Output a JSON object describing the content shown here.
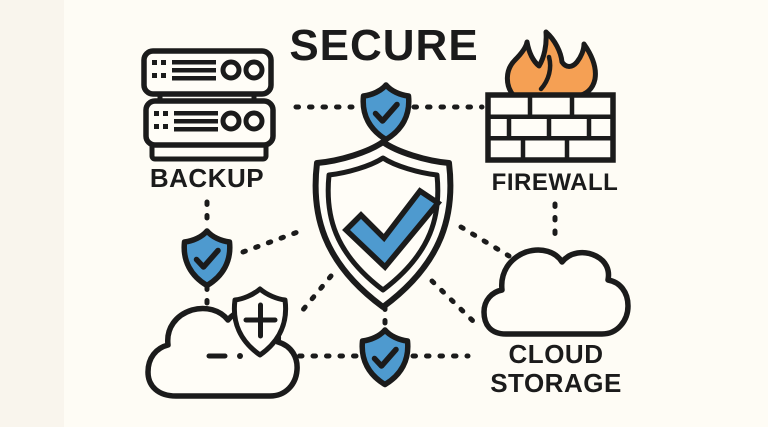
{
  "title": "SECURE",
  "palette": {
    "background": "#FEFCF5",
    "edge_strip": "#F9F5ED",
    "line": "#1B1B1B",
    "shield_blue": "#4E9ACF",
    "flame_orange": "#F5A054",
    "icon_fill": "#FFFDF7"
  },
  "nodes": {
    "backup": {
      "label": "BACKUP",
      "icon": "server-stack-icon"
    },
    "firewall": {
      "label": "FIREWALL",
      "icon": "flame-brick-wall-icon"
    },
    "cloud_storage": {
      "label_line1": "CLOUD",
      "label_line2": "STORAGE",
      "icon": "cloud-icon"
    },
    "secure_cloud": {
      "icon": "cloud-with-shield-plus-icon"
    },
    "main_shield": {
      "icon": "shield-check-icon"
    },
    "mini_shields": [
      {
        "id": "top",
        "icon": "mini-shield-check-icon"
      },
      {
        "id": "left",
        "icon": "mini-shield-check-icon"
      },
      {
        "id": "bottom",
        "icon": "mini-shield-check-icon"
      }
    ]
  },
  "connections": [
    {
      "from": "backup-server",
      "to": "mini-shield-top"
    },
    {
      "from": "mini-shield-top",
      "to": "firewall-wall"
    },
    {
      "from": "backup-label",
      "to": "mini-shield-left"
    },
    {
      "from": "mini-shield-left",
      "to": "main-shield"
    },
    {
      "from": "mini-shield-left",
      "to": "secure-cloud"
    },
    {
      "from": "main-shield",
      "to": "secure-cloud"
    },
    {
      "from": "main-shield",
      "to": "mini-shield-bottom"
    },
    {
      "from": "secure-cloud",
      "to": "mini-shield-bottom"
    },
    {
      "from": "mini-shield-bottom",
      "to": "storage-cloud"
    },
    {
      "from": "main-shield",
      "to": "storage-cloud-top"
    },
    {
      "from": "main-shield",
      "to": "storage-cloud-left"
    },
    {
      "from": "firewall-label",
      "to": "storage-cloud"
    }
  ]
}
